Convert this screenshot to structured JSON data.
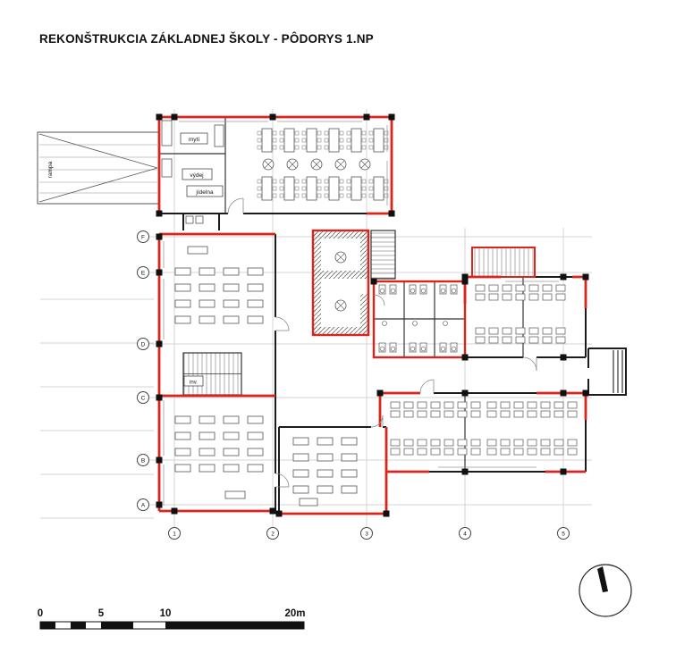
{
  "title": "REKONŠTRUKCIA ZÁKLADNEJ ŠKOLY - PÔDORYS 1.NP",
  "plan": {
    "rooms": {
      "myti": "mytí",
      "vydej": "výdej",
      "jidelna": "jídelna",
      "rampa": "rampa",
      "inv": "inv."
    },
    "axes": {
      "rows": [
        "F",
        "E",
        "D",
        "C",
        "B",
        "A"
      ],
      "cols": [
        "1",
        "2",
        "3",
        "4",
        "5"
      ]
    }
  },
  "scale_bar": {
    "labels": [
      "0",
      "5",
      "10",
      "20m"
    ]
  },
  "colors": {
    "new_wall_red": "#d9251c",
    "wall_dark": "#1c1c1c",
    "grid_gray": "#c9c9c9"
  }
}
